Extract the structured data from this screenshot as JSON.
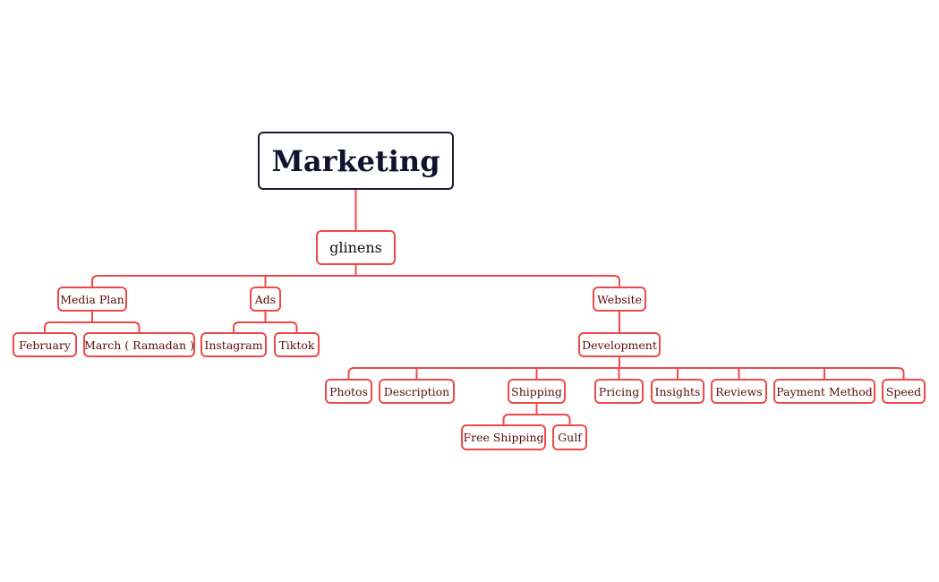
{
  "diagram": {
    "type": "org-chart-mind-map",
    "colors": {
      "root_border": "#1b1c33",
      "root_text": "#10122e",
      "branch_line": "#ef4a4a",
      "branch_text": "#5a0a0a"
    },
    "root": {
      "label": "Marketing",
      "children": [
        {
          "label": "glinens",
          "children": [
            {
              "label": "Media Plan",
              "children": [
                {
                  "label": "February"
                },
                {
                  "label": "March ( Ramadan )"
                }
              ]
            },
            {
              "label": "Ads",
              "children": [
                {
                  "label": "Instagram"
                },
                {
                  "label": "Tiktok"
                }
              ]
            },
            {
              "label": "Website",
              "children": [
                {
                  "label": "Development",
                  "children": [
                    {
                      "label": "Photos"
                    },
                    {
                      "label": "Description"
                    },
                    {
                      "label": "Shipping",
                      "children": [
                        {
                          "label": "Free Shipping"
                        },
                        {
                          "label": "Gulf"
                        }
                      ]
                    },
                    {
                      "label": "Pricing"
                    },
                    {
                      "label": "Insights"
                    },
                    {
                      "label": "Reviews"
                    },
                    {
                      "label": "Payment Method"
                    },
                    {
                      "label": "Speed"
                    }
                  ]
                }
              ]
            }
          ]
        }
      ]
    }
  }
}
